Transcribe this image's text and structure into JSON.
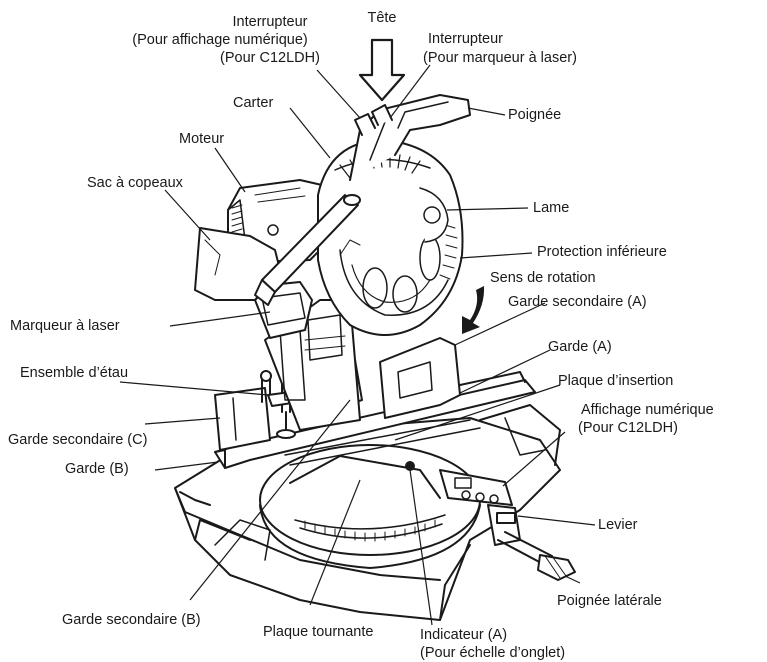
{
  "labels": {
    "tete": "Tête",
    "interrupteur_num_1": "Interrupteur",
    "interrupteur_num_2": "(Pour affichage numérique)",
    "interrupteur_num_3": "(Pour C12LDH)",
    "interrupteur_laser_1": "Interrupteur",
    "interrupteur_laser_2": "(Pour marqueur à laser)",
    "carter": "Carter",
    "poignee": "Poignée",
    "moteur": "Moteur",
    "sac_copeaux": "Sac à copeaux",
    "lame": "Lame",
    "protection_inferieure": "Protection inférieure",
    "sens_rotation": "Sens de rotation",
    "garde_secondaire_a": "Garde secondaire (A)",
    "marqueur_laser": "Marqueur à laser",
    "garde_a": "Garde (A)",
    "ensemble_etau": "Ensemble d’étau",
    "plaque_insertion": "Plaque d’insertion",
    "affichage_num_1": "Affichage numérique",
    "affichage_num_2": "(Pour C12LDH)",
    "garde_secondaire_c": "Garde secondaire (C)",
    "garde_b": "Garde (B)",
    "levier": "Levier",
    "poignee_laterale": "Poignée latérale",
    "garde_secondaire_b": "Garde secondaire (B)",
    "plaque_tournante": "Plaque tournante",
    "indicateur_1": "Indicateur (A)",
    "indicateur_2": "(Pour échelle d’onglet)"
  }
}
